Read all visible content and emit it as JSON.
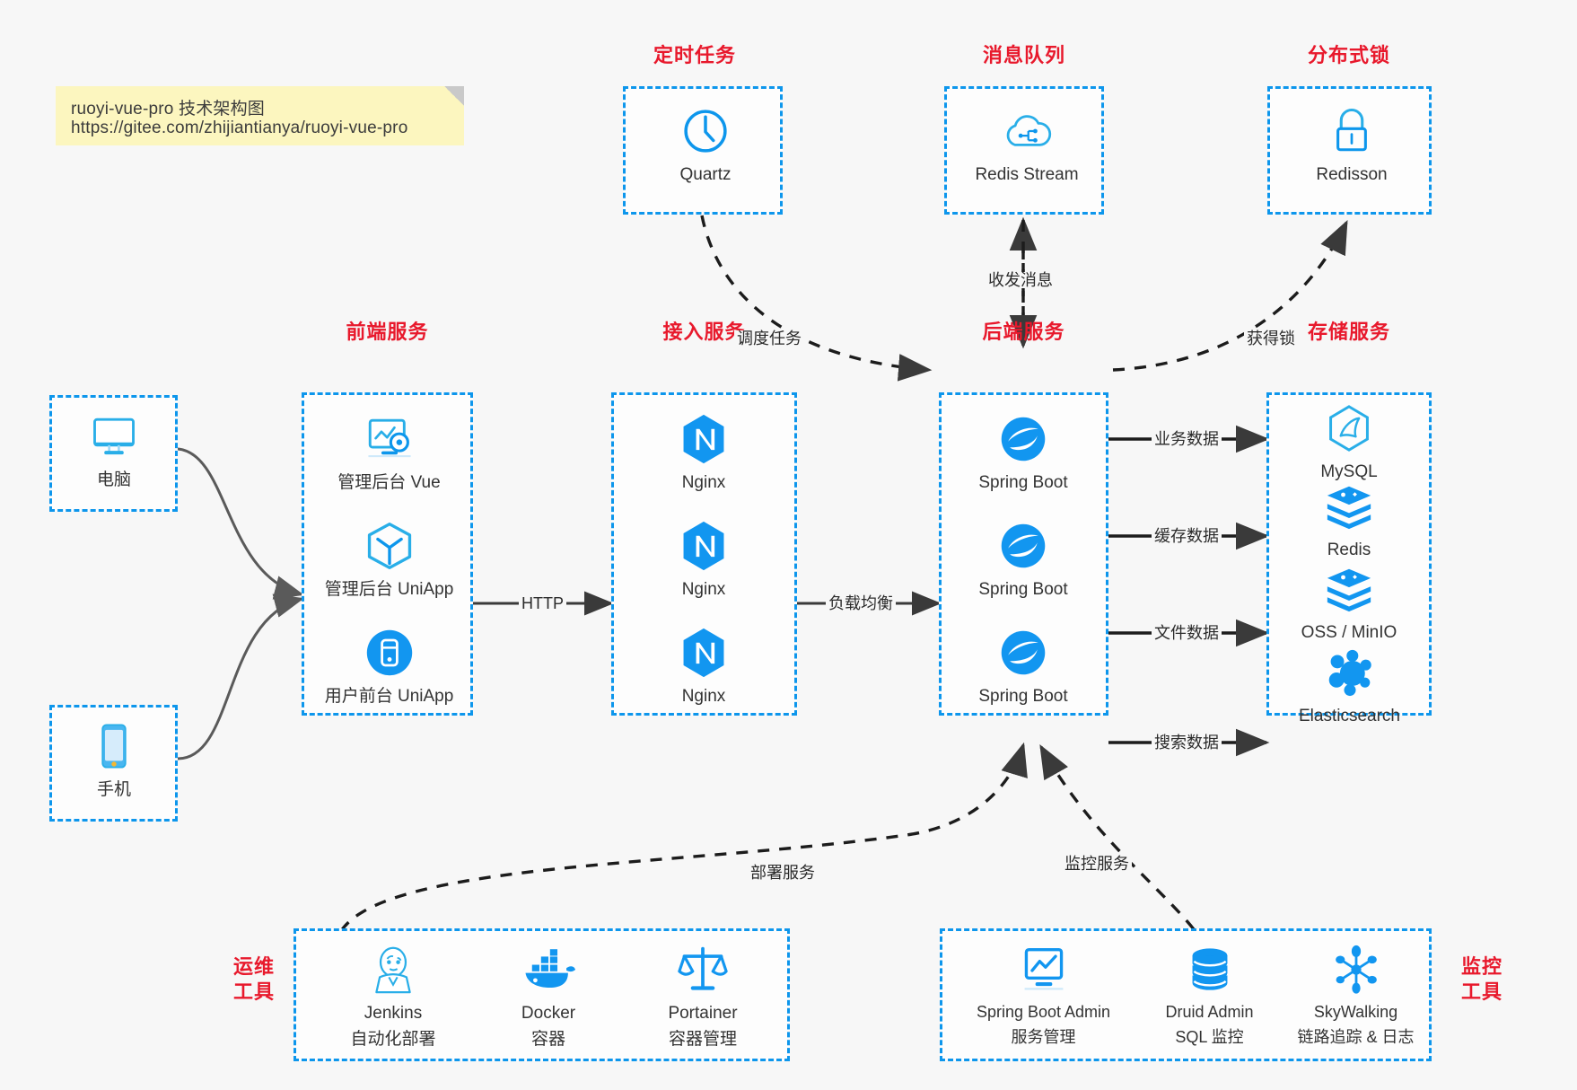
{
  "note": {
    "line1": "ruoyi-vue-pro 技术架构图",
    "line2": "https://gitee.com/zhijiantianya/ruoyi-vue-pro"
  },
  "colors": {
    "accent_blue": "#0d96ec",
    "title_red": "#e8192c",
    "note_yellow": "#fcf6bf",
    "canvas": "#f7f7f7",
    "wire_dark": "#3a3a3a",
    "wire_grey": "#5a5a5a"
  },
  "groups": {
    "scheduled_task": {
      "title": "定时任务",
      "nodes": [
        {
          "icon": "clock-icon",
          "label": "Quartz"
        }
      ]
    },
    "message_queue": {
      "title": "消息队列",
      "nodes": [
        {
          "icon": "cloud-stream-icon",
          "label": "Redis Stream"
        }
      ]
    },
    "distributed_lock": {
      "title": "分布式锁",
      "nodes": [
        {
          "icon": "lock-icon",
          "label": "Redisson"
        }
      ]
    },
    "clients": {
      "pc": {
        "icon": "desktop-icon",
        "label": "电脑"
      },
      "mobile": {
        "icon": "phone-icon",
        "label": "手机"
      }
    },
    "frontend": {
      "title": "前端服务",
      "nodes": [
        {
          "icon": "dashboard-icon",
          "label": "管理后台 Vue"
        },
        {
          "icon": "cube-icon",
          "label": "管理后台 UniApp"
        },
        {
          "icon": "app-icon",
          "label": "用户前台 UniApp"
        }
      ]
    },
    "gateway": {
      "title": "接入服务",
      "nodes": [
        {
          "icon": "nginx-icon",
          "label": "Nginx"
        },
        {
          "icon": "nginx-icon",
          "label": "Nginx"
        },
        {
          "icon": "nginx-icon",
          "label": "Nginx"
        }
      ]
    },
    "backend": {
      "title": "后端服务",
      "nodes": [
        {
          "icon": "spring-icon",
          "label": "Spring Boot"
        },
        {
          "icon": "spring-icon",
          "label": "Spring Boot"
        },
        {
          "icon": "spring-icon",
          "label": "Spring Boot"
        }
      ]
    },
    "storage": {
      "title": "存储服务",
      "nodes": [
        {
          "icon": "mysql-icon",
          "label": "MySQL"
        },
        {
          "icon": "redis-icon",
          "label": "Redis"
        },
        {
          "icon": "oss-icon",
          "label": "OSS / MinIO"
        },
        {
          "icon": "elasticsearch-icon",
          "label": "Elasticsearch"
        }
      ]
    },
    "devops": {
      "title": "运维\n工具",
      "title_line1": "运维",
      "title_line2": "工具",
      "nodes": [
        {
          "icon": "jenkins-icon",
          "label": "Jenkins",
          "sub": "自动化部署"
        },
        {
          "icon": "docker-icon",
          "label": "Docker",
          "sub": "容器"
        },
        {
          "icon": "portainer-icon",
          "label": "Portainer",
          "sub": "容器管理"
        }
      ]
    },
    "monitor": {
      "title_line1": "监控",
      "title_line2": "工具",
      "nodes": [
        {
          "icon": "monitor-chart-icon",
          "label": "Spring Boot Admin",
          "sub": "服务管理"
        },
        {
          "icon": "database-icon",
          "label": "Druid Admin",
          "sub": "SQL 监控"
        },
        {
          "icon": "skywalking-icon",
          "label": "SkyWalking",
          "sub": "链路追踪 & 日志"
        }
      ]
    }
  },
  "edges": {
    "http": "HTTP",
    "load_balance": "负载均衡",
    "schedule_task": "调度任务",
    "send_receive_message": "收发消息",
    "acquire_lock": "获得锁",
    "business_data": "业务数据",
    "cache_data": "缓存数据",
    "file_data": "文件数据",
    "search_data": "搜索数据",
    "deploy_service": "部署服务",
    "monitor_service": "监控服务"
  }
}
